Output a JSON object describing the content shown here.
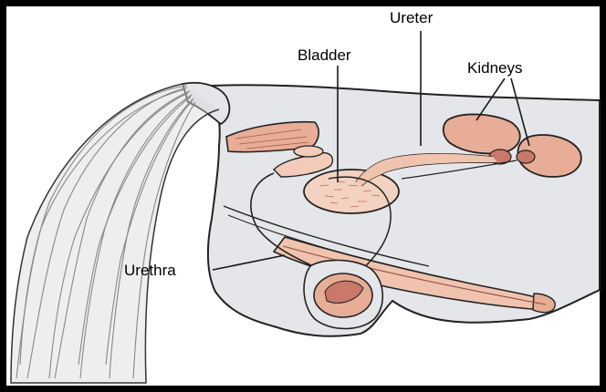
{
  "labels": {
    "ureter": "Ureter",
    "bladder": "Bladder",
    "kidneys": "Kidneys",
    "urethra": "Urethra"
  },
  "colors": {
    "body_fill": "#e4e6e9",
    "organ_fill": "#e8ad97",
    "organ_dark": "#c9786a",
    "outline": "#222222",
    "frame": "#000000"
  }
}
